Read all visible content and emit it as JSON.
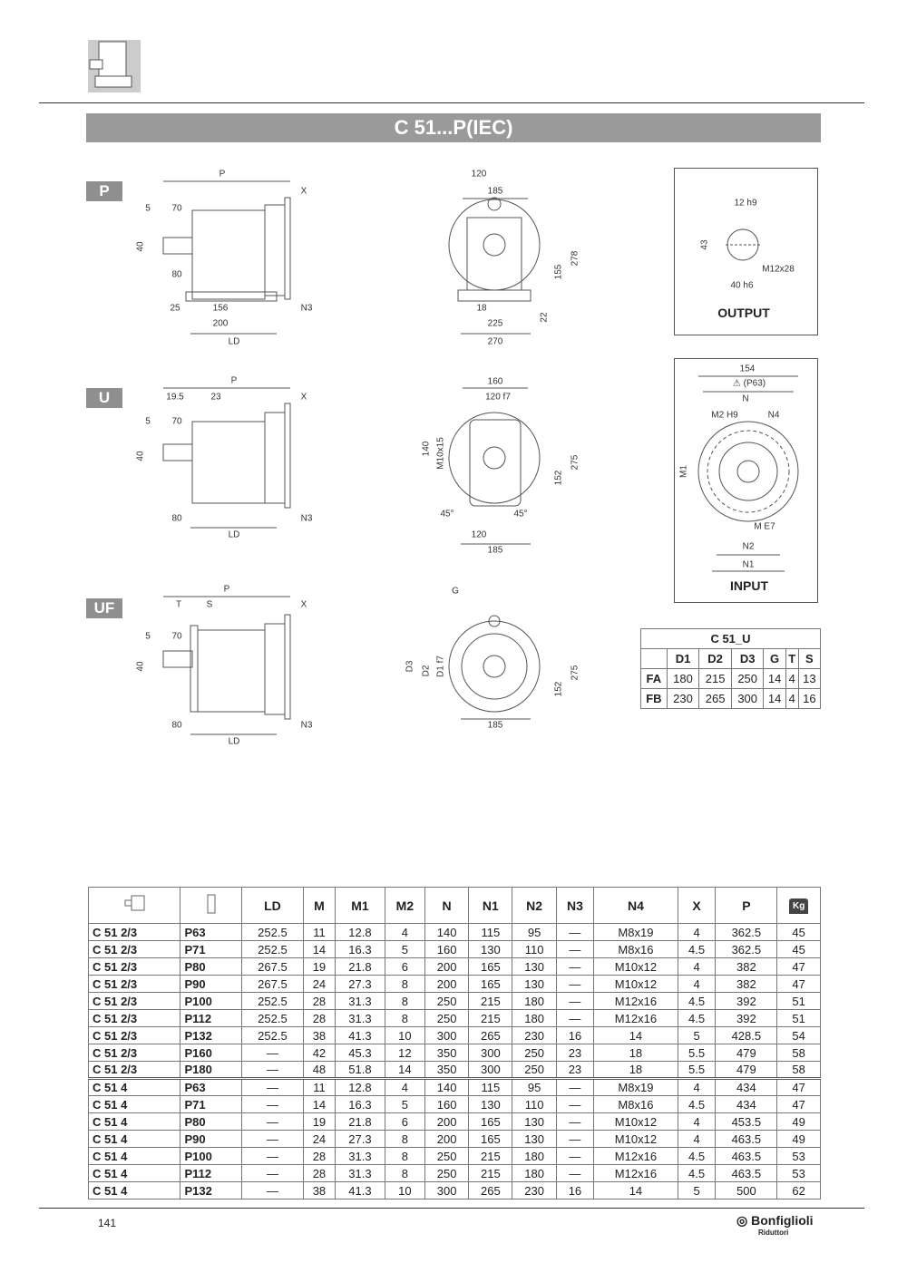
{
  "header": {
    "title": "C 51...P(IEC)"
  },
  "views": {
    "P": {
      "badge": "P",
      "side": {
        "p": "P",
        "x": "X",
        "d5": "5",
        "d70": "70",
        "d40": "40",
        "d80": "80",
        "d25": "25",
        "d156": "156",
        "n3": "N3",
        "d200": "200",
        "ld": "LD"
      },
      "front": {
        "d120": "120",
        "d185": "185",
        "d278": "278",
        "d155": "155",
        "d18": "18",
        "d22": "22",
        "d225": "225",
        "d270": "270"
      }
    },
    "U": {
      "badge": "U",
      "side": {
        "p": "P",
        "d19_5": "19.5",
        "d23": "23",
        "x": "X",
        "d5": "5",
        "d70": "70",
        "d40": "40",
        "d80": "80",
        "n3": "N3",
        "ld": "LD"
      },
      "front": {
        "d160": "160",
        "d120f7": "120 f7",
        "d140": "140",
        "m10x15": "M10x15",
        "d275": "275",
        "d152": "152",
        "a1": "45°",
        "a2": "45°",
        "d120": "120",
        "d185": "185"
      }
    },
    "UF": {
      "badge": "UF",
      "side": {
        "p": "P",
        "t": "T",
        "s": "S",
        "x": "X",
        "d5": "5",
        "d70": "70",
        "d40": "40",
        "d80": "80",
        "n3": "N3",
        "ld": "LD"
      },
      "front": {
        "g": "G",
        "d3": "D3",
        "d2": "D2",
        "d1": "D1 f7",
        "d275": "275",
        "d152": "152",
        "d185": "185"
      }
    }
  },
  "output": {
    "title": "OUTPUT",
    "key": "12 h9",
    "h": "43",
    "thread": "M12x28",
    "shaft": "40 h6"
  },
  "input": {
    "title": "INPUT",
    "d154": "154",
    "warn": "⚠ (P63)",
    "n": "N",
    "m2": "M2 H9",
    "n4": "N4",
    "m1": "M1",
    "m": "M E7",
    "n2": "N2",
    "n1": "N1"
  },
  "u_table": {
    "title": "C 51_U",
    "headers": [
      "",
      "D1",
      "D2",
      "D3",
      "G",
      "T",
      "S"
    ],
    "rows": [
      [
        "FA",
        "180",
        "215",
        "250",
        "14",
        "4",
        "13"
      ],
      [
        "FB",
        "230",
        "265",
        "300",
        "14",
        "4",
        "16"
      ]
    ]
  },
  "main_table": {
    "headers": [
      "gearbox-icon",
      "motor-flange-icon",
      "LD",
      "M",
      "M1",
      "M2",
      "N",
      "N1",
      "N2",
      "N3",
      "N4",
      "X",
      "P",
      "weight-kg-icon"
    ],
    "weight_label": "Kg",
    "rows": [
      [
        "C 51 2/3",
        "P63",
        "252.5",
        "11",
        "12.8",
        "4",
        "140",
        "115",
        "95",
        "—",
        "M8x19",
        "4",
        "362.5",
        "45"
      ],
      [
        "C 51 2/3",
        "P71",
        "252.5",
        "14",
        "16.3",
        "5",
        "160",
        "130",
        "110",
        "—",
        "M8x16",
        "4.5",
        "362.5",
        "45"
      ],
      [
        "C 51 2/3",
        "P80",
        "267.5",
        "19",
        "21.8",
        "6",
        "200",
        "165",
        "130",
        "—",
        "M10x12",
        "4",
        "382",
        "47"
      ],
      [
        "C 51 2/3",
        "P90",
        "267.5",
        "24",
        "27.3",
        "8",
        "200",
        "165",
        "130",
        "—",
        "M10x12",
        "4",
        "382",
        "47"
      ],
      [
        "C 51 2/3",
        "P100",
        "252.5",
        "28",
        "31.3",
        "8",
        "250",
        "215",
        "180",
        "—",
        "M12x16",
        "4.5",
        "392",
        "51"
      ],
      [
        "C 51 2/3",
        "P112",
        "252.5",
        "28",
        "31.3",
        "8",
        "250",
        "215",
        "180",
        "—",
        "M12x16",
        "4.5",
        "392",
        "51"
      ],
      [
        "C 51 2/3",
        "P132",
        "252.5",
        "38",
        "41.3",
        "10",
        "300",
        "265",
        "230",
        "16",
        "14",
        "5",
        "428.5",
        "54"
      ],
      [
        "C 51 2/3",
        "P160",
        "—",
        "42",
        "45.3",
        "12",
        "350",
        "300",
        "250",
        "23",
        "18",
        "5.5",
        "479",
        "58"
      ],
      [
        "C 51 2/3",
        "P180",
        "—",
        "48",
        "51.8",
        "14",
        "350",
        "300",
        "250",
        "23",
        "18",
        "5.5",
        "479",
        "58"
      ],
      [
        "C 51 4",
        "P63",
        "—",
        "11",
        "12.8",
        "4",
        "140",
        "115",
        "95",
        "—",
        "M8x19",
        "4",
        "434",
        "47"
      ],
      [
        "C 51 4",
        "P71",
        "—",
        "14",
        "16.3",
        "5",
        "160",
        "130",
        "110",
        "—",
        "M8x16",
        "4.5",
        "434",
        "47"
      ],
      [
        "C 51 4",
        "P80",
        "—",
        "19",
        "21.8",
        "6",
        "200",
        "165",
        "130",
        "—",
        "M10x12",
        "4",
        "453.5",
        "49"
      ],
      [
        "C 51 4",
        "P90",
        "—",
        "24",
        "27.3",
        "8",
        "200",
        "165",
        "130",
        "—",
        "M10x12",
        "4",
        "463.5",
        "49"
      ],
      [
        "C 51 4",
        "P100",
        "—",
        "28",
        "31.3",
        "8",
        "250",
        "215",
        "180",
        "—",
        "M12x16",
        "4.5",
        "463.5",
        "53"
      ],
      [
        "C 51 4",
        "P112",
        "—",
        "28",
        "31.3",
        "8",
        "250",
        "215",
        "180",
        "—",
        "M12x16",
        "4.5",
        "463.5",
        "53"
      ],
      [
        "C 51 4",
        "P132",
        "—",
        "38",
        "41.3",
        "10",
        "300",
        "265",
        "230",
        "16",
        "14",
        "5",
        "500",
        "62"
      ]
    ]
  },
  "footer": {
    "page": "141",
    "brand": "Bonfiglioli",
    "brand_sub": "Riduttori"
  }
}
